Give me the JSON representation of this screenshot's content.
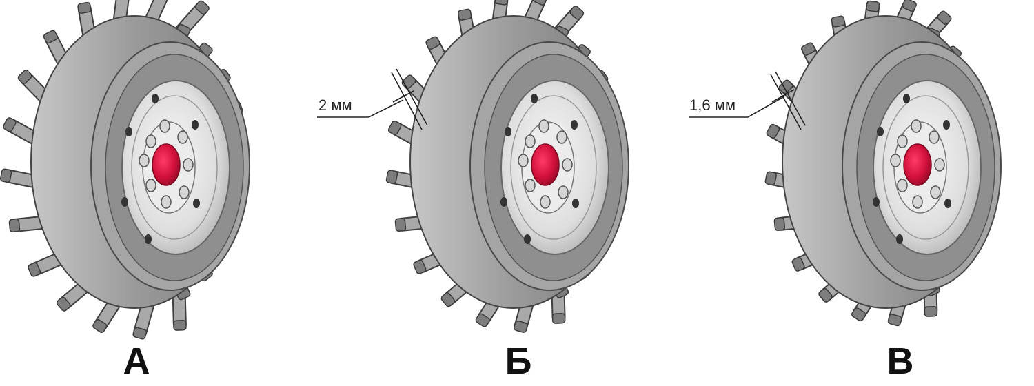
{
  "wheels": [
    {
      "label": "А",
      "measurement": ""
    },
    {
      "label": "Б",
      "measurement": "2 мм"
    },
    {
      "label": "В",
      "measurement": "1,6 мм"
    }
  ],
  "colors": {
    "hub": "#d0103a",
    "tire": "#9a9a9a",
    "rim": "#e8e8e8"
  }
}
